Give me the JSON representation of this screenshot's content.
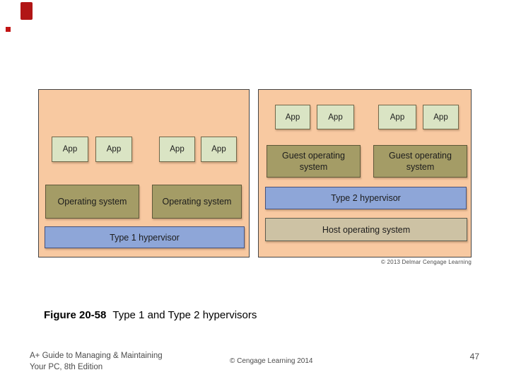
{
  "panels": {
    "type1": {
      "apps": [
        "App",
        "App",
        "App",
        "App"
      ],
      "os": [
        "Operating system",
        "Operating system"
      ],
      "hypervisor": "Type 1 hypervisor"
    },
    "type2": {
      "apps": [
        "App",
        "App",
        "App",
        "App"
      ],
      "guest_os": [
        "Guest operating system",
        "Guest operating system"
      ],
      "hypervisor": "Type 2 hypervisor",
      "host_os": "Host operating system",
      "credit": "© 2013 Delmar Cengage Learning"
    }
  },
  "caption": {
    "figure_label": "Figure 20-58",
    "figure_title": "Type 1 and Type 2 hypervisors"
  },
  "footer": {
    "book_title_line1": "A+ Guide to Managing & Maintaining",
    "book_title_line2": "Your PC, 8th Edition",
    "copyright": "© Cengage Learning 2014",
    "page_number": "47"
  },
  "colors": {
    "panel_background": "#f8c9a1",
    "app_box": "#dae4c4",
    "os_box": "#a49c66",
    "hypervisor_box": "#8ea6d8",
    "host_os_box": "#cdc2a4",
    "red_mark": "#b11515",
    "footer_text": "#4c4c4c"
  }
}
